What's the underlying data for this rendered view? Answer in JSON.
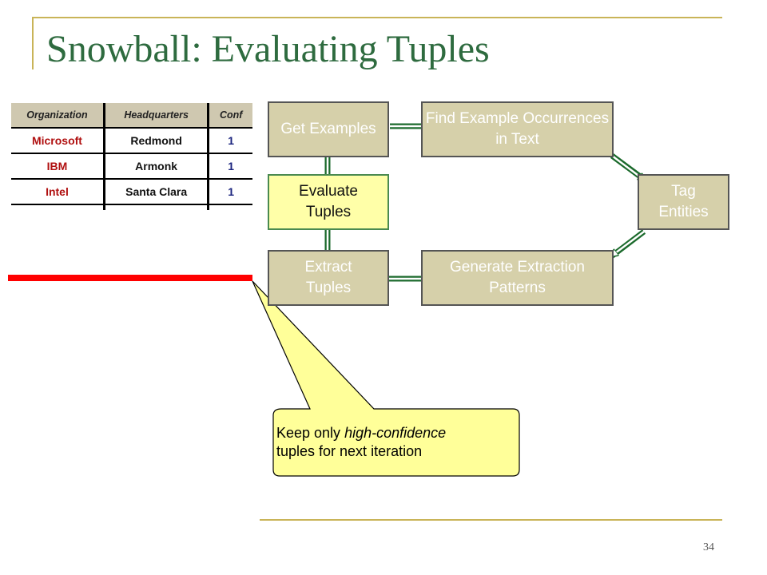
{
  "slide": {
    "title": "Snowball: Evaluating Tuples",
    "page_number": "34"
  },
  "table": {
    "headers": [
      "Organization",
      "Headquarters",
      "Conf"
    ],
    "rows": [
      [
        "Microsoft",
        "Redmond",
        "1"
      ],
      [
        "IBM",
        "Armonk",
        "1"
      ],
      [
        "Intel",
        "Santa Clara",
        "1"
      ]
    ]
  },
  "diagram": {
    "nodes": {
      "get_examples": "Get Examples",
      "find_occurrences": "Find Example Occurrences in Text",
      "tag_entities": "Tag Entities",
      "generate_patterns": "Generate Extraction Patterns",
      "extract_tuples": "Extract Tuples",
      "evaluate_tuples": "Evaluate Tuples"
    },
    "active_node": "evaluate_tuples"
  },
  "callout": {
    "text_plain": "Keep only ",
    "text_emphasis": "high-confidence",
    "text_rest": "tuples for next iteration"
  },
  "colors": {
    "title": "#2e6b3f",
    "node_fill": "#d6d0aa",
    "node_active_fill": "#ffffa8",
    "arrow": "#1b6a2c",
    "callout_fill": "#ffff99",
    "cutoff_line": "#ff0000"
  }
}
